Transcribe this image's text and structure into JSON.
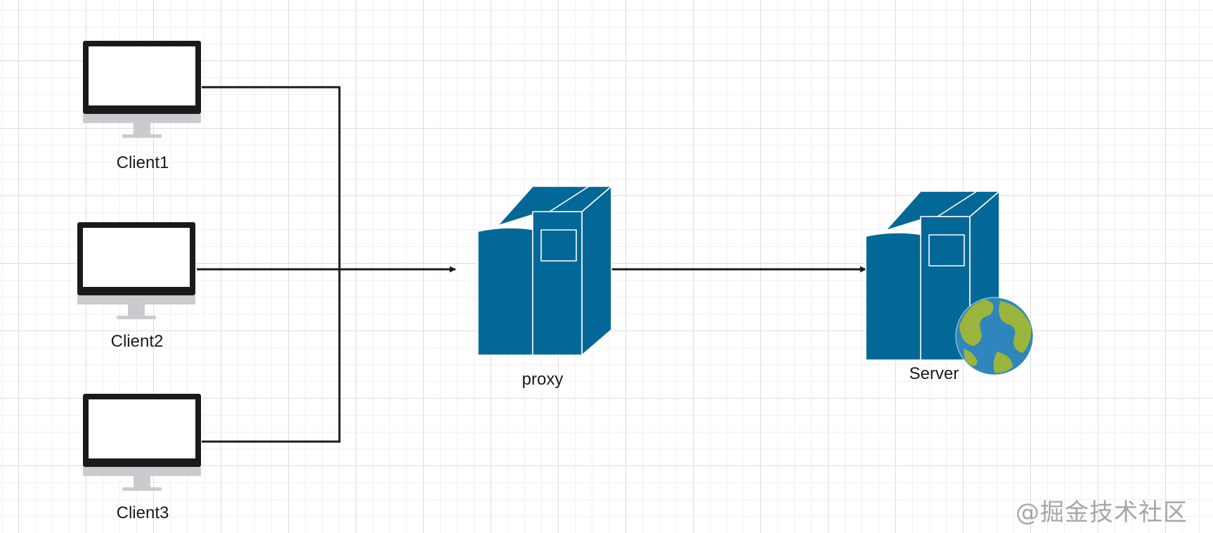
{
  "diagram": {
    "clients": [
      {
        "label": "Client1",
        "icon": "monitor-icon"
      },
      {
        "label": "Client2",
        "icon": "monitor-icon"
      },
      {
        "label": "Client3",
        "icon": "monitor-icon"
      }
    ],
    "proxy": {
      "label": "proxy",
      "icon": "server-icon"
    },
    "server": {
      "label": "Server",
      "icon": "web-server-icon"
    },
    "edges": [
      {
        "from": "Client1",
        "to": "proxy"
      },
      {
        "from": "Client2",
        "to": "proxy"
      },
      {
        "from": "Client3",
        "to": "proxy"
      },
      {
        "from": "proxy",
        "to": "Server"
      }
    ]
  },
  "watermark": "@掘金技术社区",
  "colors": {
    "server_blue": "#036897",
    "server_outline": "#ffffff",
    "monitor_frame": "#1a1a1a",
    "monitor_stand": "#c9cbce",
    "connector": "#1a1a1a",
    "globe_ocean": "#2f86bd",
    "globe_land": "#9ab43c"
  }
}
